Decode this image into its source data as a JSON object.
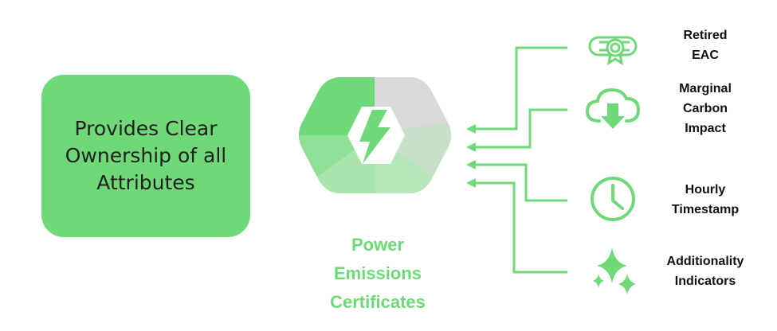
{
  "summary_box": {
    "text": "Provides Clear Ownership of all Attributes"
  },
  "logo": {
    "name_lines": [
      "Power",
      "Emissions",
      "Certificates"
    ]
  },
  "attributes": [
    {
      "icon": "certificate-scroll-icon",
      "label_lines": [
        "Retired",
        "EAC"
      ]
    },
    {
      "icon": "cloud-download-icon",
      "label_lines": [
        "Marginal",
        "Carbon",
        "Impact"
      ]
    },
    {
      "icon": "clock-icon",
      "label_lines": [
        "Hourly",
        "Timestamp"
      ]
    },
    {
      "icon": "sparkles-icon",
      "label_lines": [
        "Additionality",
        "Indicators"
      ]
    }
  ],
  "colors": {
    "accent_green": "#6fd978",
    "light_green": "#a8e6ad",
    "pale_green": "#c8dfc9",
    "grey": "#d9d9d9",
    "text_dark": "#111111"
  }
}
